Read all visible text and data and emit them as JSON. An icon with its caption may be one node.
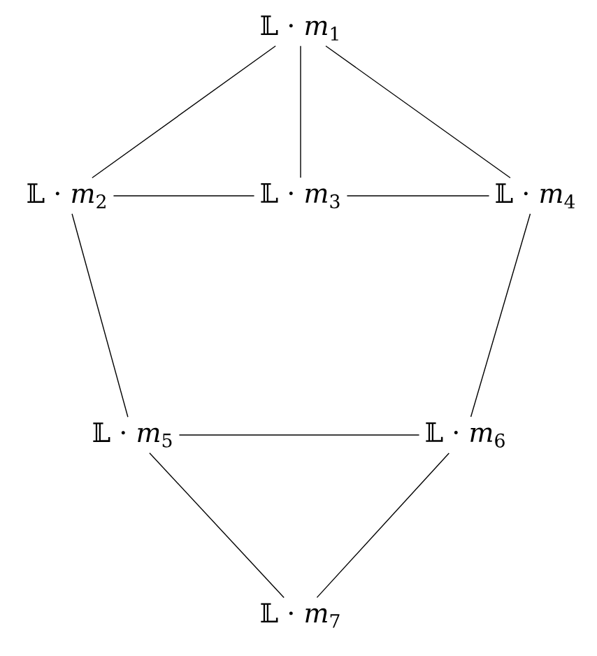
{
  "diagram": {
    "nodes": [
      {
        "text": [
          "𝕃 · *m*$_{1}$"
        ]
      },
      {
        "text": [
          "𝕃 · *m*$_{2}$"
        ]
      },
      {
        "text": [
          "𝕃 · *m*$_{3}$"
        ]
      },
      {
        "text": [
          "𝕃 · *m*$_{4}$"
        ]
      },
      {
        "text": [
          "𝕃 · *m*$_{5}$"
        ]
      },
      {
        "text": [
          "𝕃 · *m*$_{6}$"
        ]
      },
      {
        "text": [
          "𝕃 · *m*$_{7}$"
        ]
      }
    ],
    "edges": [
      {
        "from": 0,
        "to": 1,
        "arrow": "none"
      },
      {
        "from": 0,
        "to": 2,
        "arrow": "none"
      },
      {
        "from": 0,
        "to": 3,
        "arrow": "none"
      },
      {
        "from": 1,
        "to": 2,
        "arrow": "none"
      },
      {
        "from": 2,
        "to": 3,
        "arrow": "none"
      },
      {
        "from": 1,
        "to": 4,
        "arrow": "none"
      },
      {
        "from": 3,
        "to": 5,
        "arrow": "none"
      },
      {
        "from": 4,
        "to": 5,
        "arrow": "none"
      },
      {
        "from": 4,
        "to": 6,
        "arrow": "none"
      },
      {
        "from": 5,
        "to": 6,
        "arrow": "none"
      }
    ]
  }
}
